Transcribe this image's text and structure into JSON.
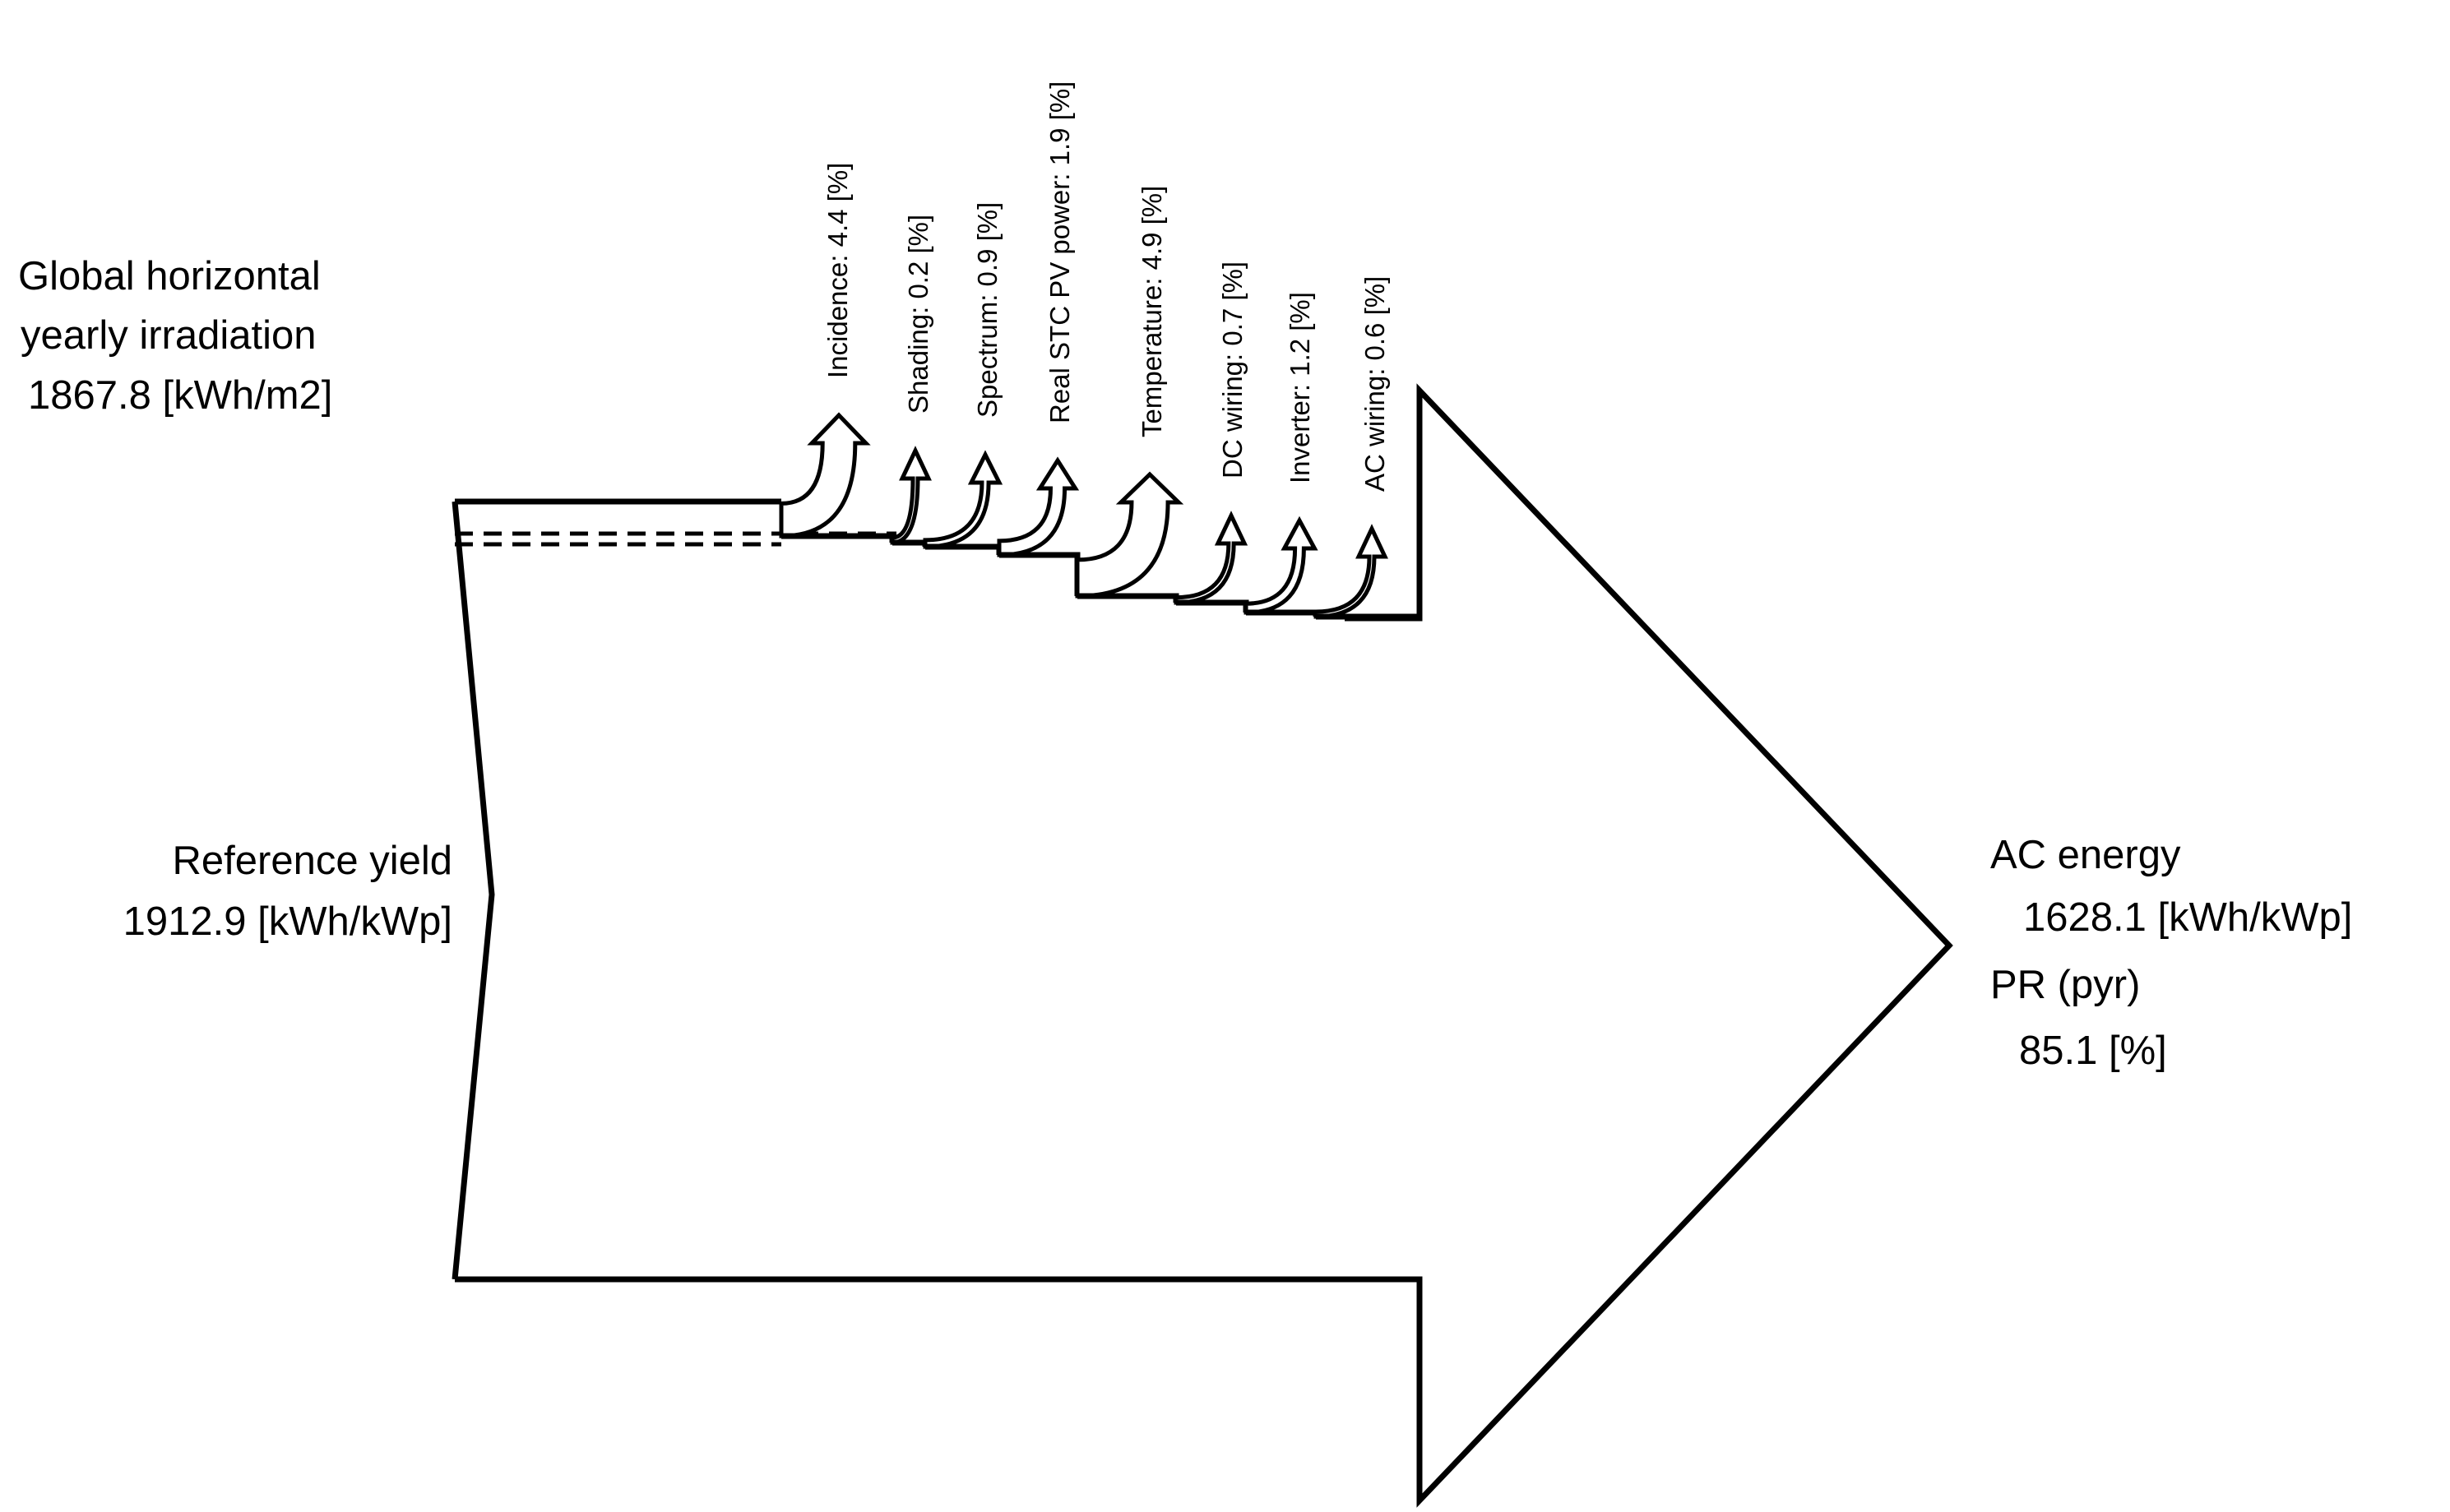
{
  "colors": {
    "stroke": "#000000",
    "background": "#ffffff"
  },
  "input": {
    "irradiation_line1": "Global horizontal",
    "irradiation_line2": "yearly irradiation",
    "irradiation_value": "1867.8 [kWh/m2]",
    "reference_label": "Reference yield",
    "reference_value": "1912.9 [kWh/kWp]"
  },
  "output": {
    "ac_label": "AC energy",
    "ac_value": "1628.1 [kWh/kWp]",
    "pr_label": "PR (pyr)",
    "pr_value": "85.1 [%]"
  },
  "losses": [
    {
      "label": "Incidence: 4.4 [%]",
      "value": 4.4
    },
    {
      "label": "Shading: 0.2 [%]",
      "value": 0.2
    },
    {
      "label": "Spectrum: 0.9 [%]",
      "value": 0.9
    },
    {
      "label": "Real STC PV power: 1.9 [%]",
      "value": 1.9
    },
    {
      "label": "Temperature: 4.9 [%]",
      "value": 4.9
    },
    {
      "label": "DC wiring: 0.7 [%]",
      "value": 0.7
    },
    {
      "label": "Inverter: 1.2 [%]",
      "value": 1.2
    },
    {
      "label": "AC wiring: 0.6 [%]",
      "value": 0.6
    }
  ]
}
